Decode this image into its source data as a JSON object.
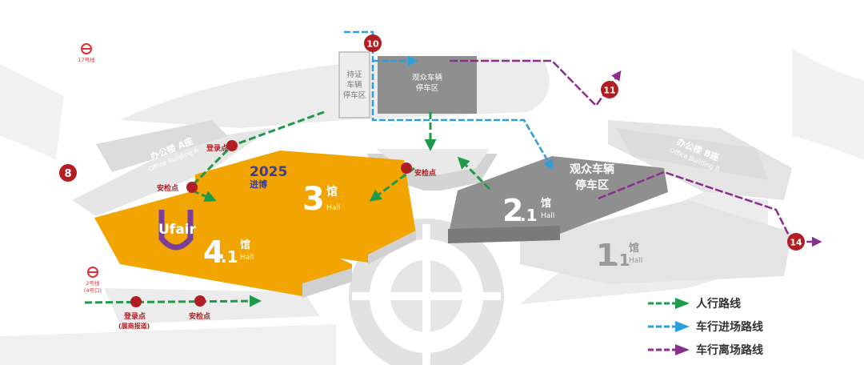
{
  "colors": {
    "walk": "#1f9a4a",
    "enter": "#2a9fdc",
    "exit": "#8a2e8f",
    "hall_highlight": "#f2a400",
    "hall_highlight_edge": "#d98a00",
    "hall_grey": "#8f8f8f",
    "ground": "#ececec",
    "marker": "#b01e23"
  },
  "metro": {
    "line17_label": "17号线",
    "line2_label": "2号线",
    "line2_exit": "(4号口)"
  },
  "markers": {
    "m8": "8",
    "m10": "10",
    "m11": "11",
    "m14": "14"
  },
  "parking": {
    "permit_l1": "持证",
    "permit_l2": "车辆",
    "permit_l3": "停车区",
    "visitor_small_l1": "观众车辆",
    "visitor_small_l2": "停车区",
    "visitor_big_l1": "观众车辆",
    "visitor_big_l2": "停车区"
  },
  "buildings": {
    "office_a_cn": "办公楼 A座",
    "office_a_en": "Office Building A",
    "office_b_cn": "办公楼 B座",
    "office_b_en": "Office Building B"
  },
  "halls": {
    "hall3_num": "3",
    "hall41_main": "4",
    "hall41_sub": ".1",
    "hall21_main": "2",
    "hall21_sub": ".1",
    "hall11_main": "1",
    "hall11_sub": ".1",
    "guan": "馆",
    "hall_en": "Hall"
  },
  "checkpoints": {
    "register": "登录点",
    "security": "安检点",
    "register_bottom": "登录点",
    "register_bottom_note": "(展商报道)",
    "security_bottom": "安检点",
    "security_center": "安检点"
  },
  "logos": {
    "year": "2025",
    "jinbo": "进博",
    "ufair": "Ufair"
  },
  "legend": {
    "walk": "人行路线",
    "enter": "车行进场路线",
    "exit": "车行离场路线"
  }
}
